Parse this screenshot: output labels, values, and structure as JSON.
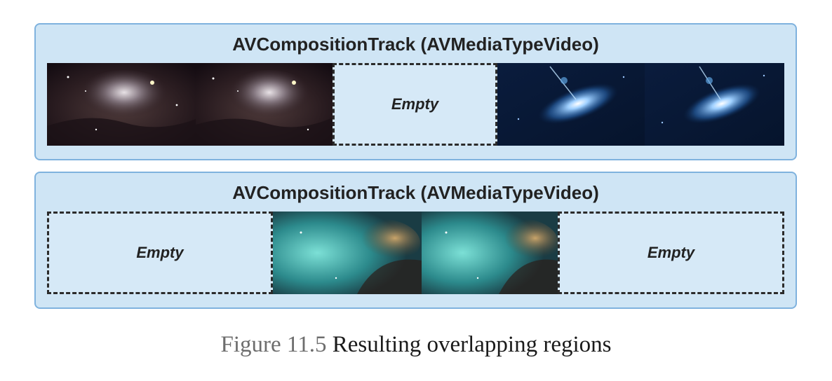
{
  "track1": {
    "title": "AVCompositionTrack (AVMediaTypeVideo)",
    "segments": [
      "nebula-clip",
      "nebula-clip",
      "Empty",
      "galaxy-clip",
      "galaxy-clip"
    ]
  },
  "track2": {
    "title": "AVCompositionTrack (AVMediaTypeVideo)",
    "segments": [
      "Empty",
      "cosmic-cloud-clip",
      "cosmic-cloud-clip",
      "Empty"
    ]
  },
  "empty_label": "Empty",
  "caption": {
    "number": "Figure 11.5",
    "text": "Resulting overlapping regions"
  },
  "colors": {
    "track_fill": "#cfe5f5",
    "track_border": "#7fb2de",
    "dashed_border": "#2b2b2b"
  }
}
